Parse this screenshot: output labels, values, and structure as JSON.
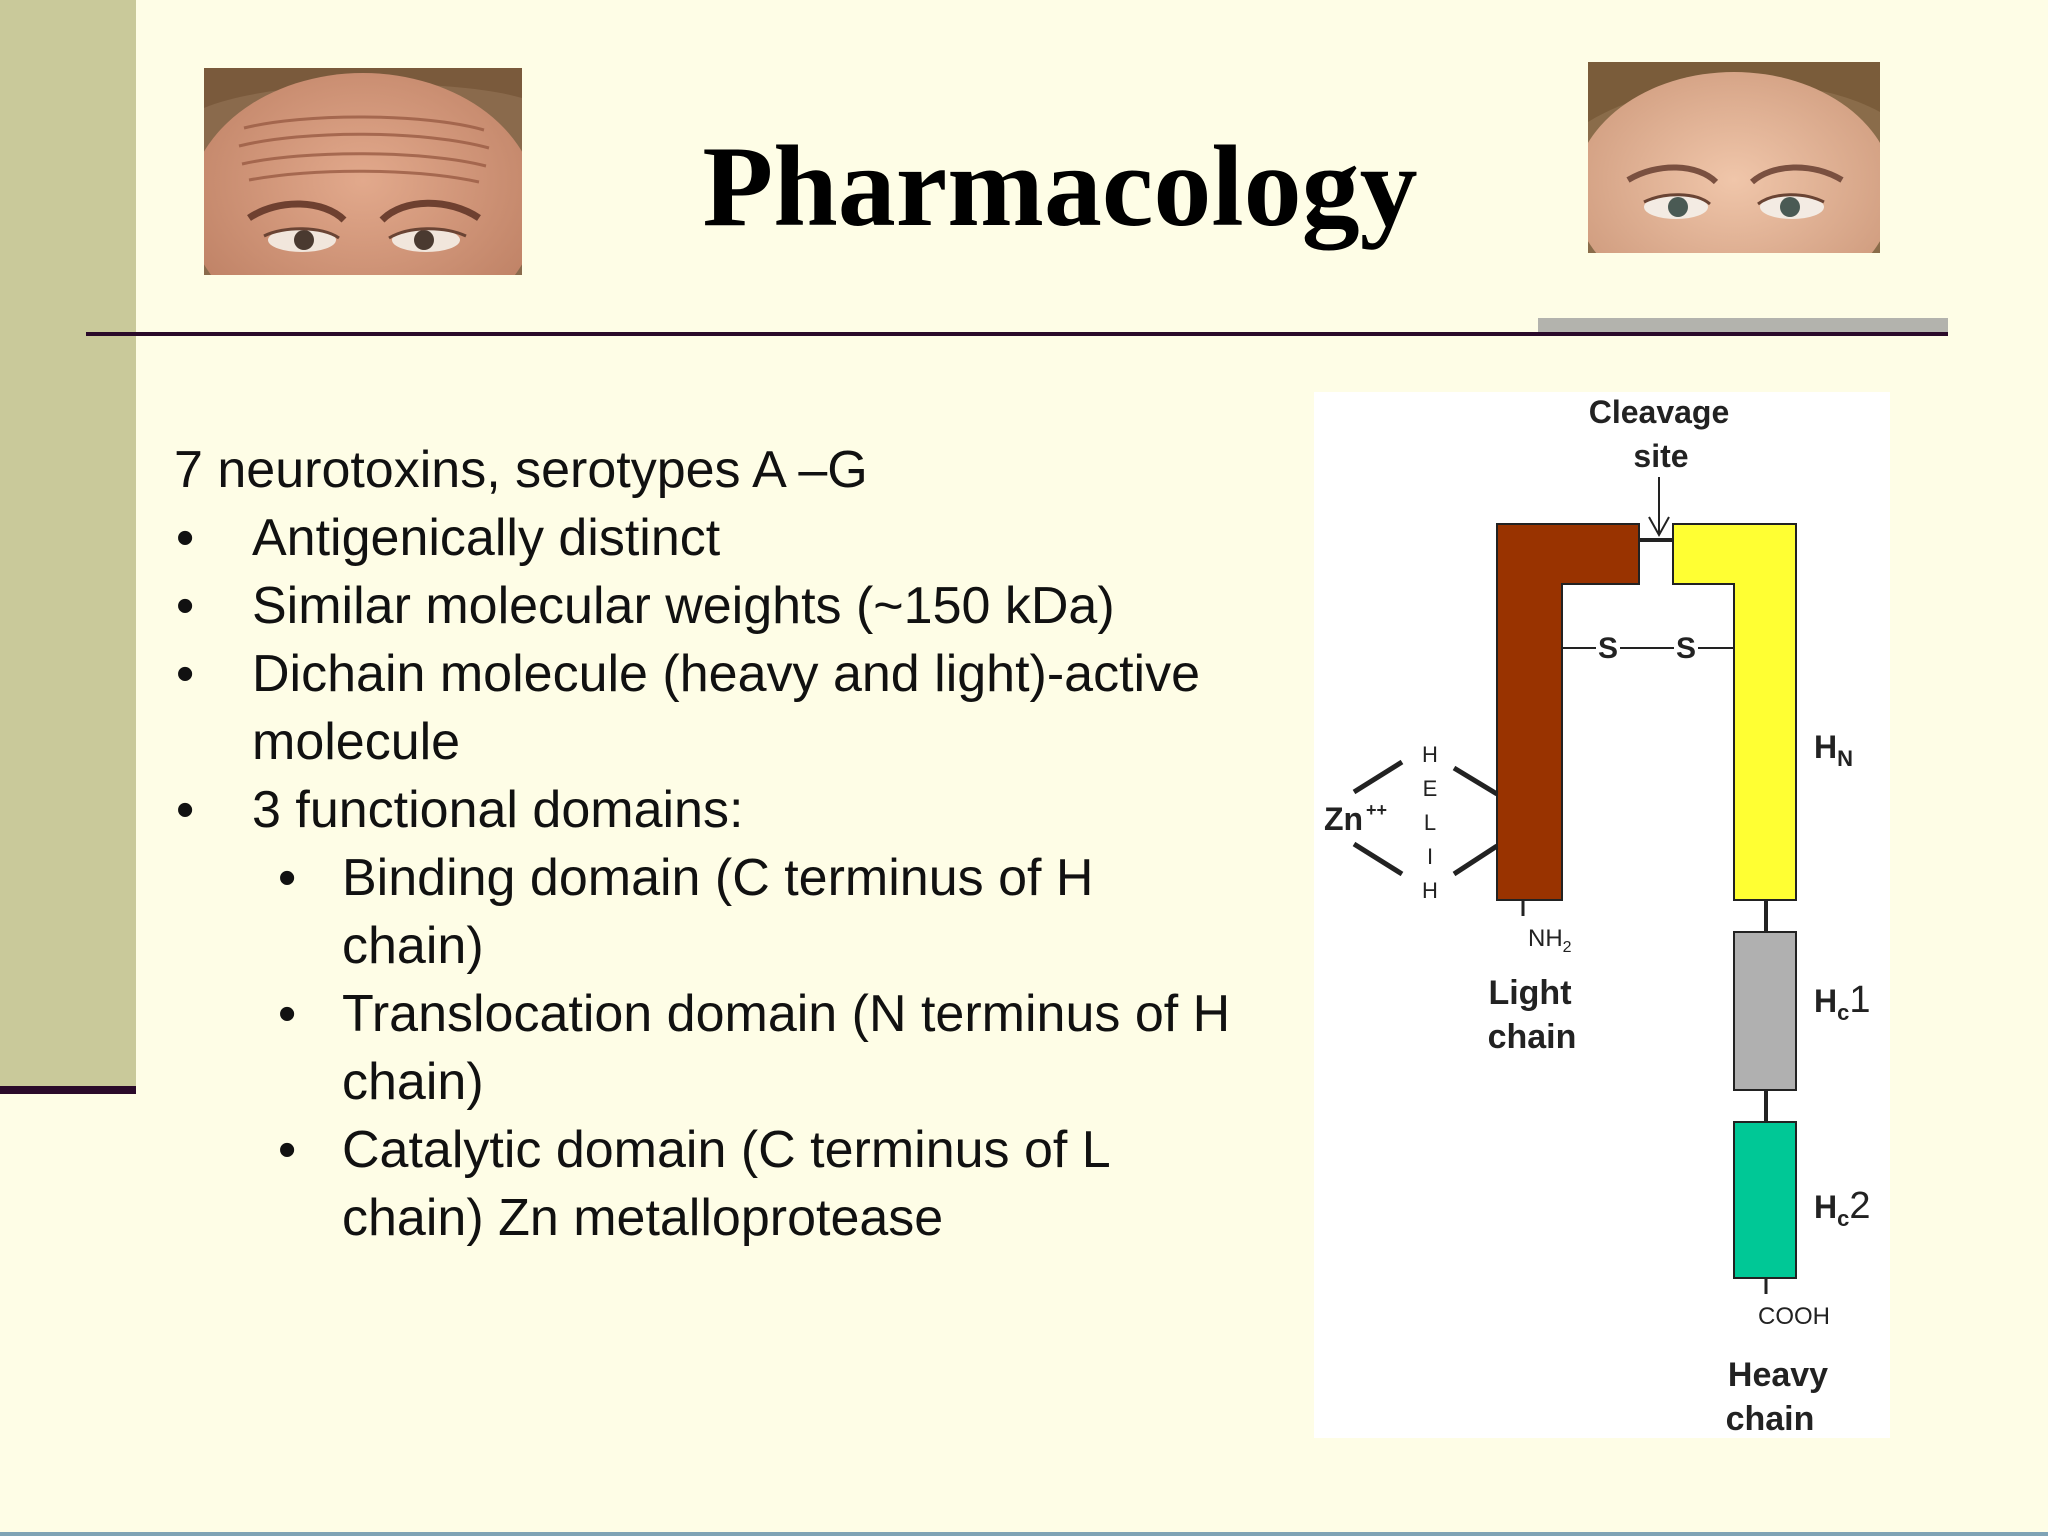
{
  "slide": {
    "title": "Pharmacology",
    "intro": "7 neurotoxins, serotypes A –G",
    "bullets": [
      {
        "text": "Antigenically distinct"
      },
      {
        "text": "Similar molecular weights (~150 kDa)"
      },
      {
        "text": "Dichain molecule (heavy and light)-active molecule"
      },
      {
        "text": "3 functional domains:",
        "sub": [
          "Binding domain (C terminus of H chain)",
          "Translocation domain (N terminus of H chain)",
          "Catalytic domain (C terminus of L chain) Zn metalloprotease"
        ]
      }
    ]
  },
  "photos": {
    "left": "forehead-before-photo",
    "right": "forehead-after-photo"
  },
  "diagram": {
    "cleavage_line1": "Cleavage",
    "cleavage_line2": "site",
    "s1": "S",
    "s2": "S",
    "helix_letters": [
      "H",
      "E",
      "L",
      "I",
      "H"
    ],
    "zn_label": "Zn",
    "zn_charge": "++",
    "nh2": "NH",
    "nh2_sub": "2",
    "light_line1": "Light",
    "light_line2": "chain",
    "hn": "H",
    "hn_sub": "N",
    "hc1": "H",
    "hc1_sub": "c",
    "hc1_num": "1",
    "hc2": "H",
    "hc2_sub": "c",
    "hc2_num": "2",
    "cooh": "COOH",
    "heavy_line1": "Heavy",
    "heavy_line2": "chain"
  },
  "colors": {
    "background": "#fefde6",
    "sidebar": "#c9c99a",
    "rule": "#2a0a2a",
    "light_chain": "#993300",
    "hn_domain": "#ffff33",
    "hc1_domain": "#b0b0b0",
    "hc2_domain": "#00c896"
  }
}
